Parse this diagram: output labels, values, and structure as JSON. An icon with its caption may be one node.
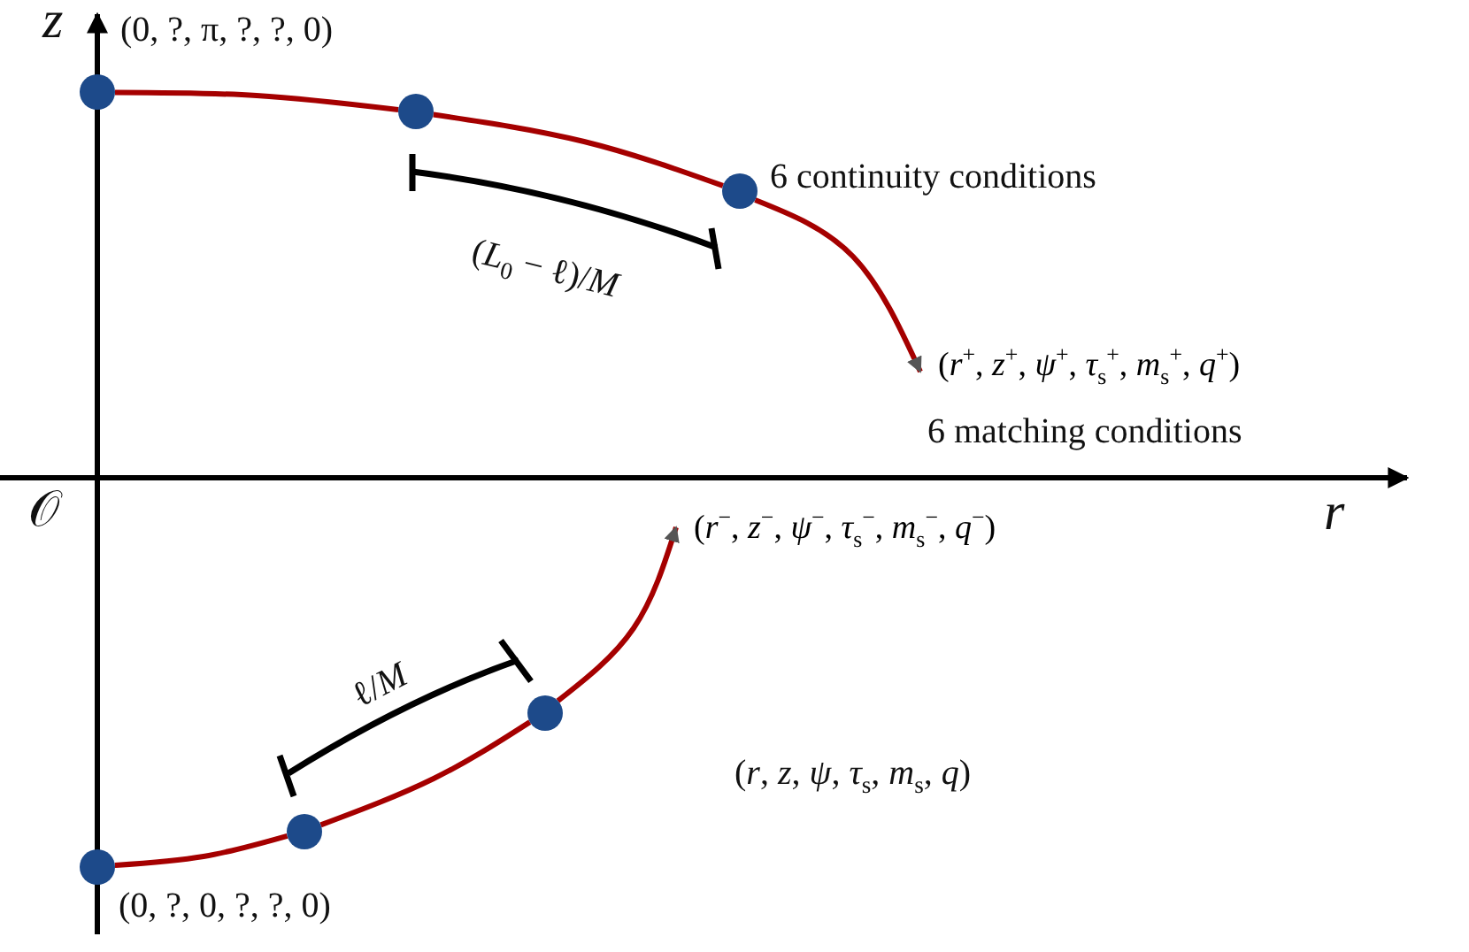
{
  "diagram": {
    "nodes": [
      {
        "text": [],
        "shape": "circle",
        "beside": [
          "(0, ?, π, ?, ?, 0)"
        ]
      },
      {
        "text": [],
        "shape": "circle"
      },
      {
        "text": [],
        "shape": "circle",
        "beside": [
          "6 continuity conditions"
        ]
      },
      {
        "text": [
          "(*r*$^{+}$, *z*$^{+}$, *ψ*$^{+}$, *τ*$_{s}$$^{+}$, *m*$_{s}$$^{+}$, *q*$^{+}$)"
        ]
      },
      {
        "text": [
          "(*r*$^{−}$, *z*$^{−}$, *ψ*$^{−}$, *τ*$_{s}$$^{−}$, *m*$_{s}$$^{−}$, *q*$^{−}$)"
        ]
      },
      {
        "text": [],
        "shape": "circle"
      },
      {
        "text": [],
        "shape": "circle"
      },
      {
        "text": [],
        "shape": "circle",
        "beside": [
          "(0, ?, 0, ?, ?, 0)"
        ]
      }
    ],
    "edges": [
      {
        "from": 0,
        "to": 1,
        "arrow": "none",
        "color": "#a50000"
      },
      {
        "from": 1,
        "to": 2,
        "arrow": "none",
        "color": "#a50000"
      },
      {
        "from": 2,
        "to": 3,
        "arrow": "to",
        "color": "#a50000"
      },
      {
        "from": 7,
        "to": 6,
        "arrow": "none",
        "color": "#a50000"
      },
      {
        "from": 6,
        "to": 5,
        "arrow": "none",
        "color": "#a50000"
      },
      {
        "from": 5,
        "to": 4,
        "arrow": "to",
        "color": "#a50000"
      }
    ],
    "labels": [
      "z",
      "𝒪",
      "r",
      "(*L*$_{0}$ − ℓ)/*M*",
      "ℓ/*M*",
      "6 matching conditions",
      "(*r*, *z*, *ψ*, *τ*$_{s}$, *m*$_{s}$, *q*)"
    ]
  }
}
